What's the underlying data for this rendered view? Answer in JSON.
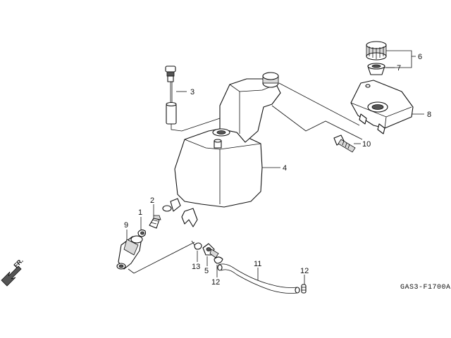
{
  "callouts": [
    {
      "num": "1"
    },
    {
      "num": "2"
    },
    {
      "num": "3"
    },
    {
      "num": "4"
    },
    {
      "num": "5"
    },
    {
      "num": "6"
    },
    {
      "num": "7"
    },
    {
      "num": "8"
    },
    {
      "num": "9"
    },
    {
      "num": "10"
    },
    {
      "num": "11"
    },
    {
      "num": "12"
    },
    {
      "num": "12"
    },
    {
      "num": "13"
    }
  ],
  "direction_label": "FR.",
  "drawing_code": "GAS3-F1700A"
}
